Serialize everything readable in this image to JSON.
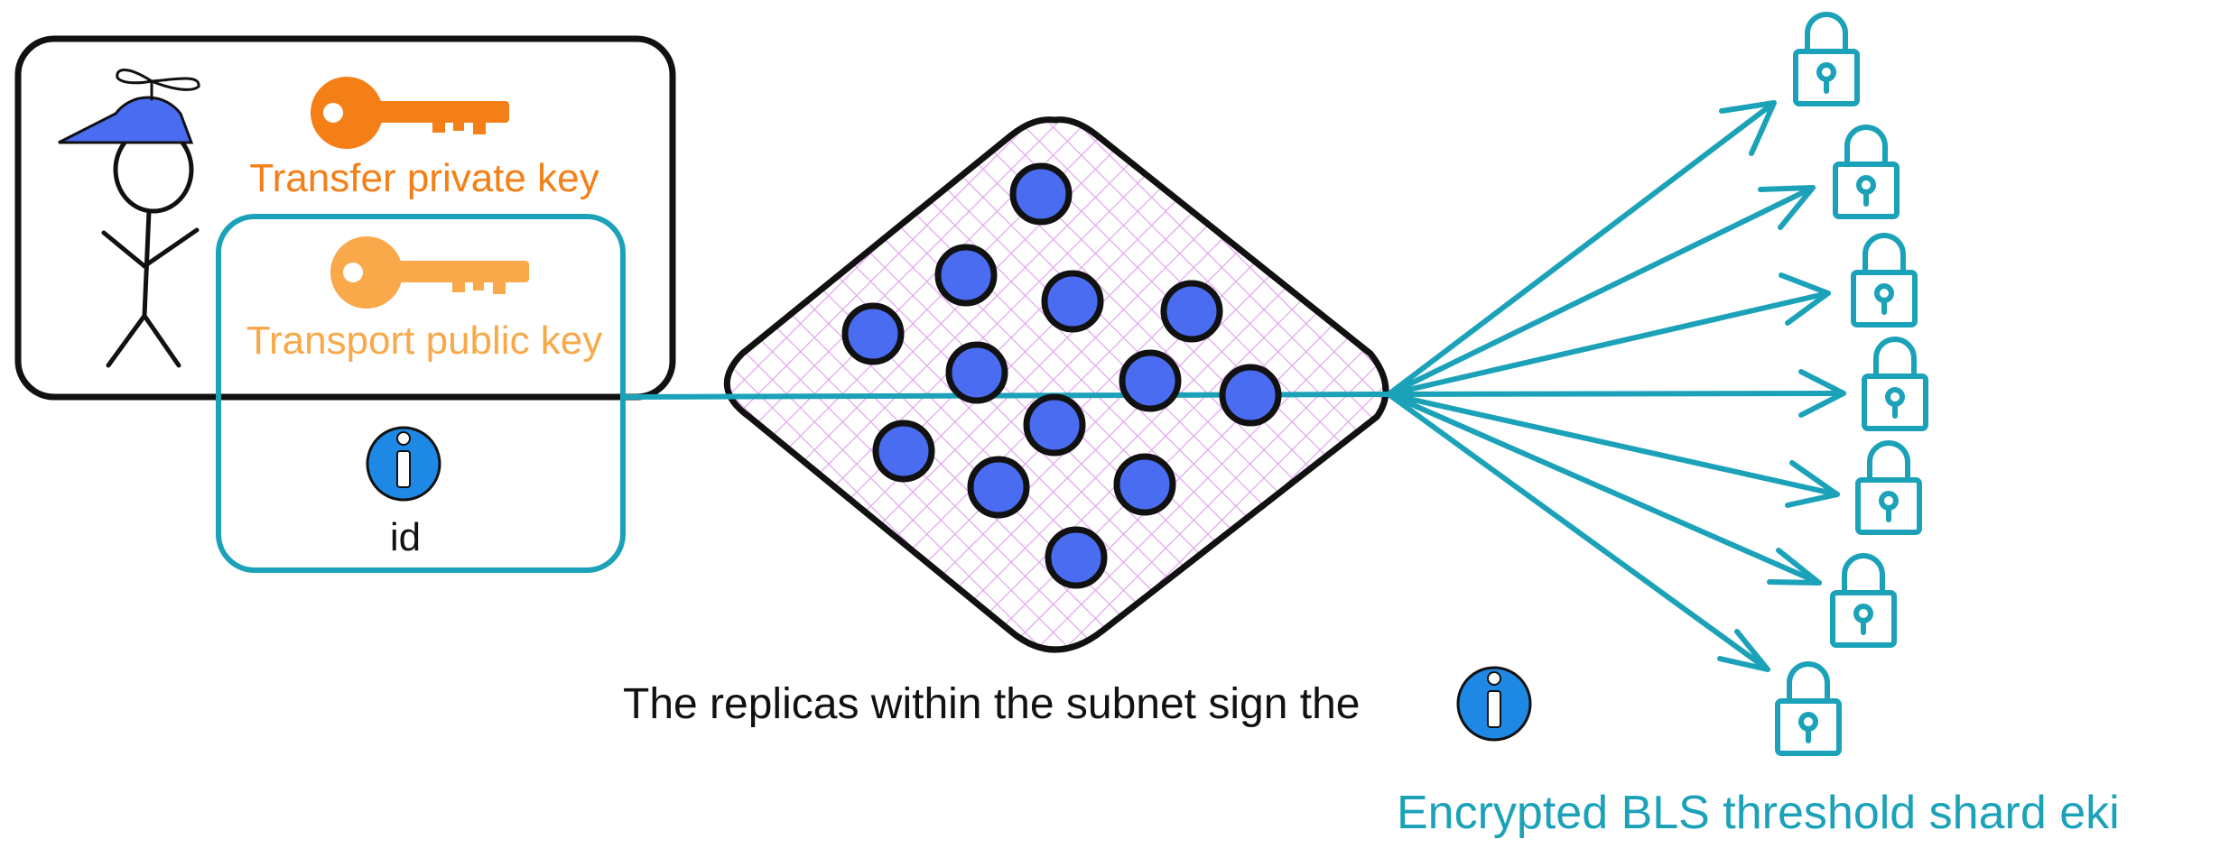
{
  "labels": {
    "transfer_key": "Transfer private key",
    "transport_key": "Transport public key",
    "id": "id",
    "caption": "The replicas within the subnet sign the",
    "encrypted": "Encrypted BLS threshold shard eki"
  },
  "icons": {
    "user": "stick-figure-icon",
    "transfer_key": "key-icon",
    "transport_key": "key-icon",
    "info": "info-icon",
    "lock": "lock-icon"
  },
  "colors": {
    "transfer_key": "#f57f17",
    "transport_key": "#f9a84a",
    "teal": "#1ba2b9",
    "replica": "#4a6cf1",
    "outline": "#111111",
    "hatch": "#e3a6ef",
    "info": "#1e88e5",
    "cap": "#4a6cf1"
  }
}
